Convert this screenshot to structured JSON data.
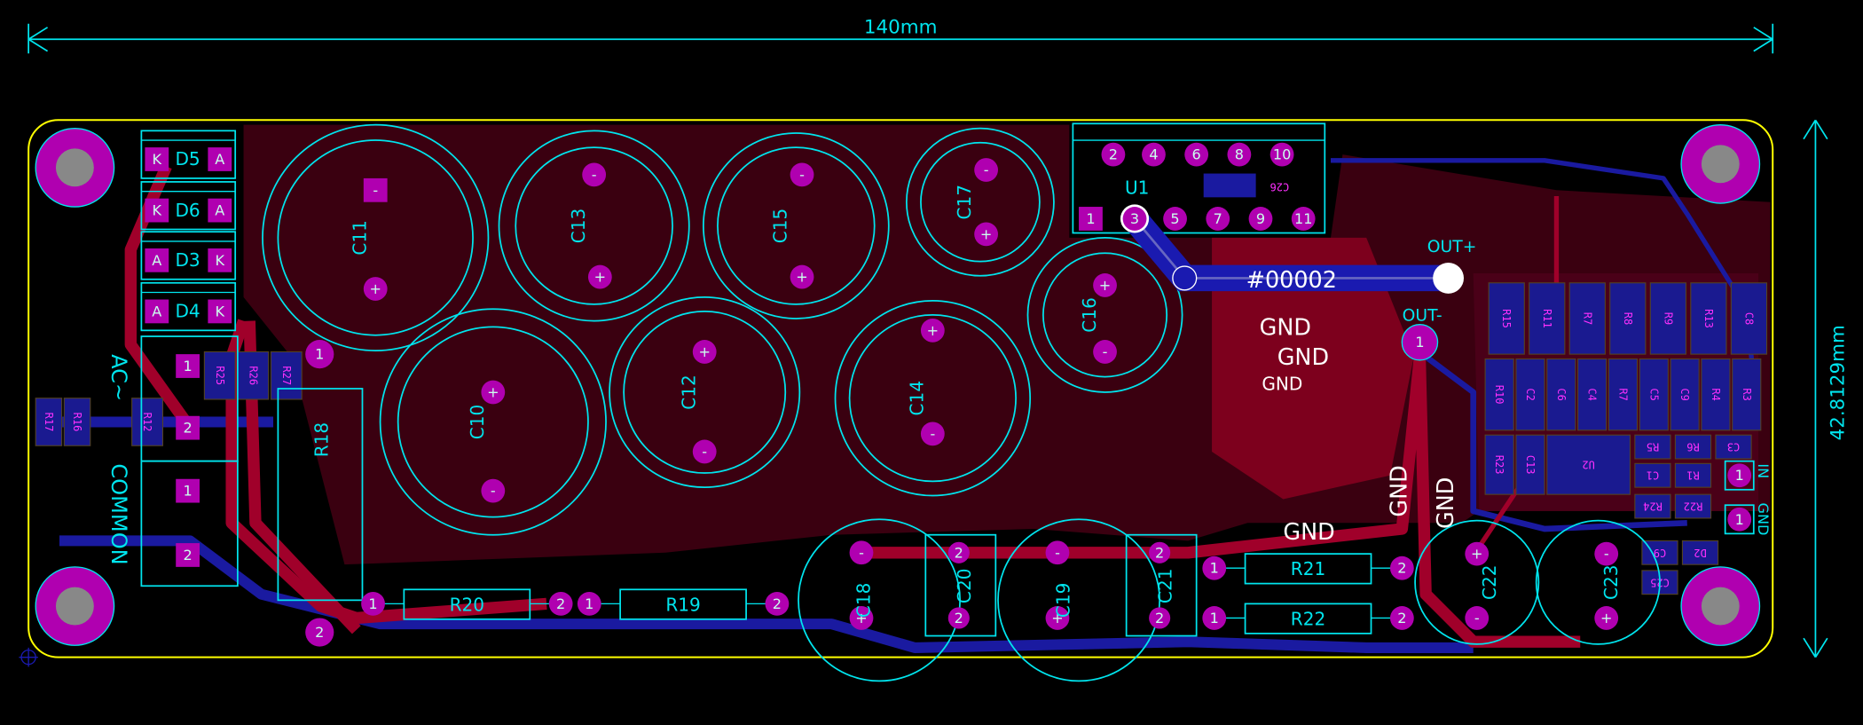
{
  "dimensions": {
    "width_label": "140mm",
    "height_label": "42.8129mm"
  },
  "net_label": "#00002",
  "outputs": {
    "plus": "OUT+",
    "minus": "OUT-"
  },
  "gnd_labels": [
    "GND",
    "GND",
    "GND",
    "GND",
    "GND",
    "GND"
  ],
  "inputs": {
    "ac": "AC~",
    "common": "COMMON",
    "in": "IN",
    "gnd": "GND"
  },
  "diodes": [
    {
      "ref": "D5",
      "left": "K",
      "right": "A"
    },
    {
      "ref": "D6",
      "left": "K",
      "right": "A"
    },
    {
      "ref": "D3",
      "left": "A",
      "right": "K"
    },
    {
      "ref": "D4",
      "left": "A",
      "right": "K"
    }
  ],
  "capacitors": [
    "C11",
    "C13",
    "C15",
    "C17",
    "C10",
    "C12",
    "C14",
    "C16",
    "C18",
    "C19",
    "C22",
    "C23",
    "C20",
    "C21"
  ],
  "resistors": [
    "R18",
    "R20",
    "R19",
    "R21",
    "R22"
  ],
  "u1": {
    "ref": "U1",
    "pins_top": [
      "2",
      "4",
      "6",
      "8",
      "10"
    ],
    "pins_bottom": [
      "1",
      "3",
      "5",
      "7",
      "9",
      "11"
    ],
    "smd": "C26"
  },
  "pad_numbers": {
    "one": "1",
    "two": "2"
  },
  "polarity": {
    "plus": "+",
    "minus": "-"
  },
  "smd_labels": [
    "R15",
    "R11",
    "R7",
    "R8",
    "R9",
    "R13",
    "C8",
    "R10",
    "C2",
    "C6",
    "C4",
    "R7",
    "C5",
    "C9",
    "R4",
    "R3",
    "R5",
    "R6",
    "C3",
    "R23",
    "C13",
    "C1",
    "R1",
    "R24",
    "R22",
    "U2",
    "R17",
    "R16",
    "R12",
    "R25",
    "R26",
    "R27",
    "C9",
    "C25",
    "D2"
  ],
  "colors": {
    "board": "#ffff00",
    "silk": "#00e5ee",
    "pad": "#b000b0",
    "top_copper": "#a0002a",
    "bottom_copper": "#1a1aa0"
  }
}
